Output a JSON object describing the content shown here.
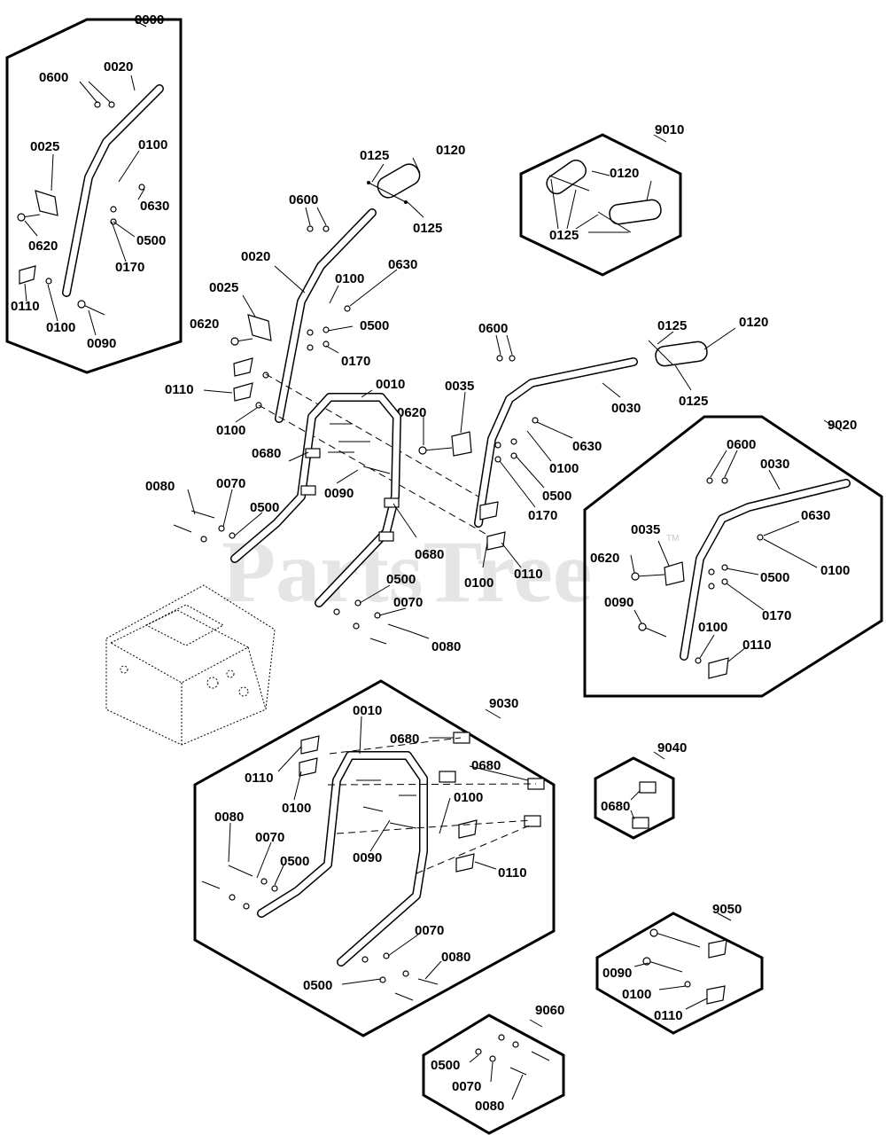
{
  "diagram": {
    "watermark": "PartsTree",
    "watermark_tm": "TM",
    "groups": {
      "g9000": "9000",
      "g9010": "9010",
      "g9020": "9020",
      "g9030": "9030",
      "g9040": "9040",
      "g9050": "9050",
      "g9060": "9060"
    },
    "callouts": {
      "box9000": [
        "0600",
        "0020",
        "0025",
        "0100",
        "0630",
        "0500",
        "0170",
        "0620",
        "0110",
        "0100",
        "0090"
      ],
      "main_upper": [
        "0125",
        "0120",
        "0125",
        "0600",
        "0020",
        "0630",
        "0025",
        "0100",
        "0620",
        "0500",
        "0170",
        "0110",
        "0100"
      ],
      "box9010": [
        "0120",
        "0125"
      ],
      "main_right": [
        "0600",
        "0125",
        "0120",
        "0035",
        "0030",
        "0125",
        "0620",
        "0630",
        "0100",
        "0500",
        "0170",
        "0100",
        "0110"
      ],
      "main_lower": [
        "0010",
        "0680",
        "0090",
        "0080",
        "0070",
        "0500",
        "0680",
        "0500",
        "0070",
        "0080"
      ],
      "box9020": [
        "0600",
        "0030",
        "0630",
        "0035",
        "0100",
        "0620",
        "0500",
        "0090",
        "0170",
        "0100",
        "0110"
      ],
      "box9030": [
        "0010",
        "0680",
        "0110",
        "0680",
        "0100",
        "0100",
        "0080",
        "0070",
        "0090",
        "0500",
        "0110",
        "0070",
        "0080",
        "0500"
      ],
      "box9040": [
        "0680"
      ],
      "box9050": [
        "0090",
        "0100",
        "0110"
      ],
      "box9060": [
        "0500",
        "0070",
        "0080"
      ]
    }
  }
}
